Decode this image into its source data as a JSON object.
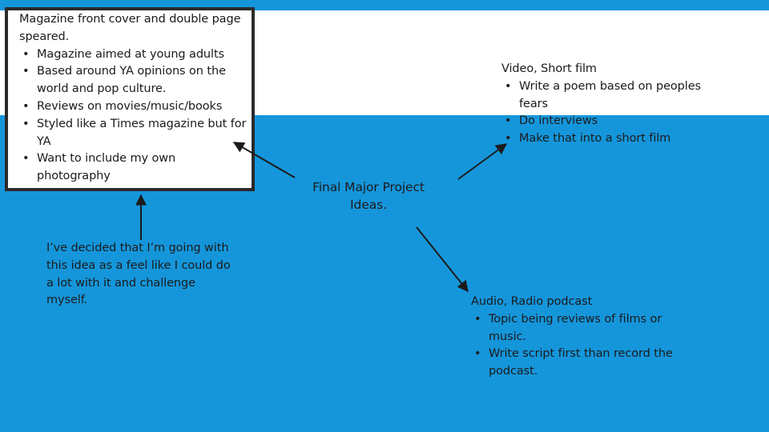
{
  "center_title": "Final Major Project Ideas.",
  "magazine": {
    "heading": "Magazine front cover and double page speared.",
    "bullets": [
      "Magazine aimed at young adults",
      "Based around YA opinions on the world and pop culture.",
      "Reviews on movies/music/books",
      "Styled like a Times magazine but for YA",
      "Want to include my own photography"
    ]
  },
  "video": {
    "heading": "Video, Short film",
    "bullets": [
      "Write a poem based on peoples fears",
      "Do interviews",
      "Make that into a short film"
    ]
  },
  "audio": {
    "heading": "Audio, Radio podcast",
    "bullets": [
      "Topic being reviews of films or music.",
      "Write script first than record the podcast."
    ]
  },
  "decision_note": "I’ve decided that I’m going with this idea as a feel like I could do a lot with it and challenge myself.",
  "colors": {
    "background_blue": "#1596db",
    "panel_white": "#ffffff",
    "box_border": "#2a2a2a",
    "arrow": "#1b1b1b"
  }
}
